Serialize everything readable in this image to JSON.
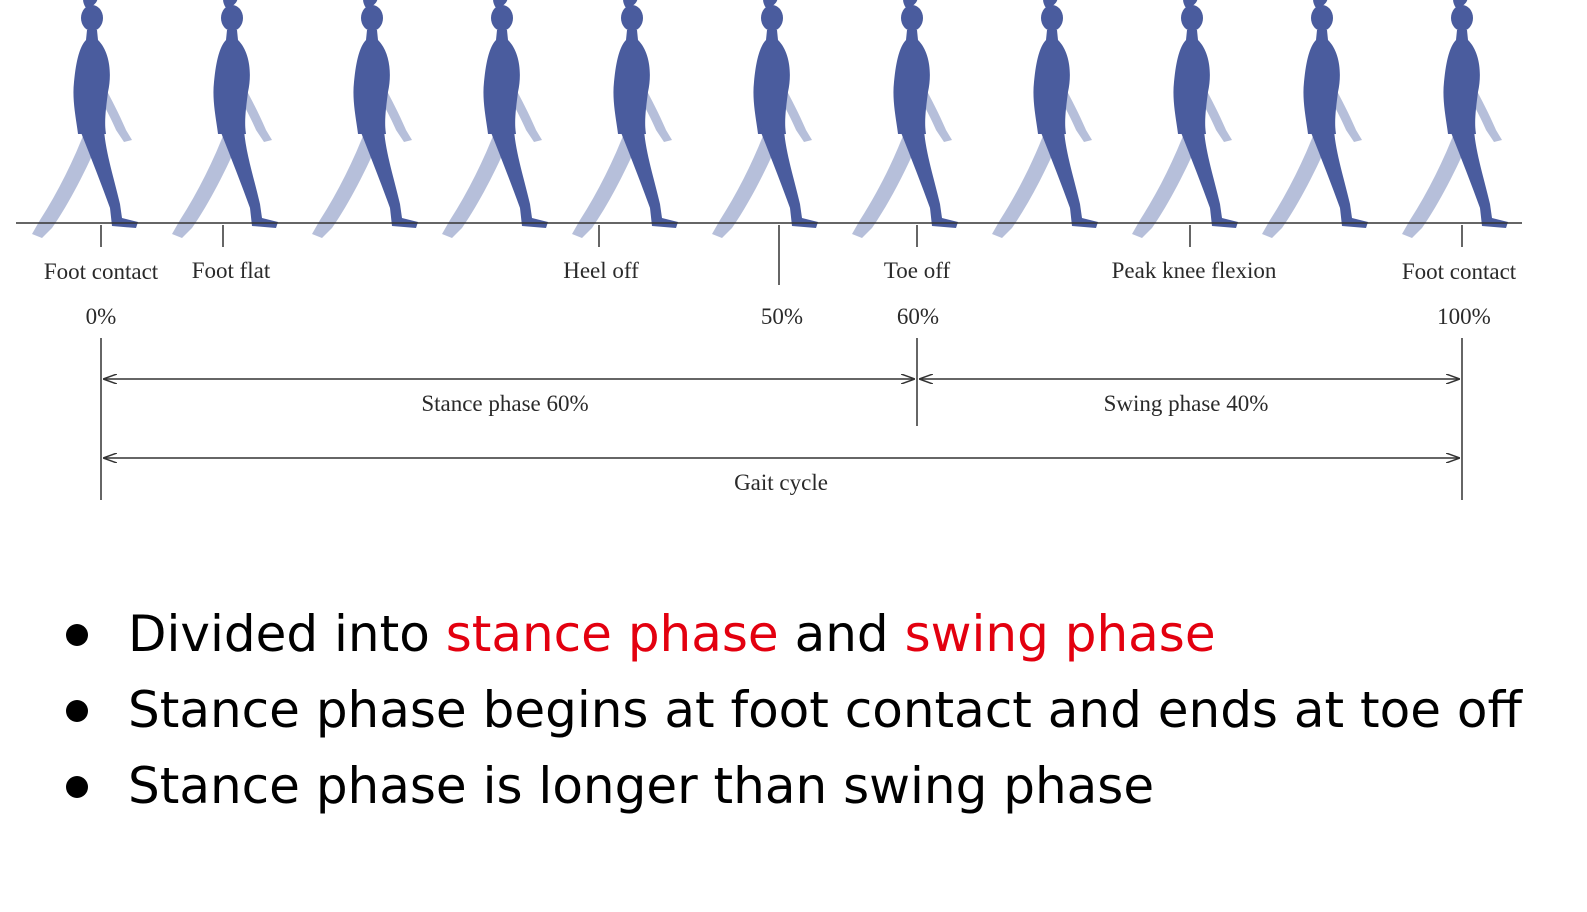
{
  "diagram": {
    "events": [
      {
        "label": "Foot contact"
      },
      {
        "label": "Foot flat"
      },
      {
        "label": "Heel off"
      },
      {
        "label": "Toe off"
      },
      {
        "label": "Peak knee flexion"
      },
      {
        "label": "Foot contact"
      }
    ],
    "percents": [
      "0%",
      "50%",
      "60%",
      "100%"
    ],
    "phases": {
      "stance": "Stance phase 60%",
      "swing": "Swing phase 40%",
      "cycle": "Gait cycle"
    },
    "colors": {
      "figure_main": "#4a5c9e",
      "figure_back": "#b6bfda",
      "highlight": "#e3000f"
    }
  },
  "bullets": [
    {
      "parts": [
        {
          "text": "Divided into ",
          "highlight": false
        },
        {
          "text": "stance phase",
          "highlight": true
        },
        {
          "text": " and ",
          "highlight": false
        },
        {
          "text": "swing phase",
          "highlight": true
        }
      ]
    },
    {
      "parts": [
        {
          "text": "Stance phase begins at foot contact and ends at toe off",
          "highlight": false
        }
      ]
    },
    {
      "parts": [
        {
          "text": "Stance phase is longer than swing phase",
          "highlight": false
        }
      ]
    }
  ]
}
